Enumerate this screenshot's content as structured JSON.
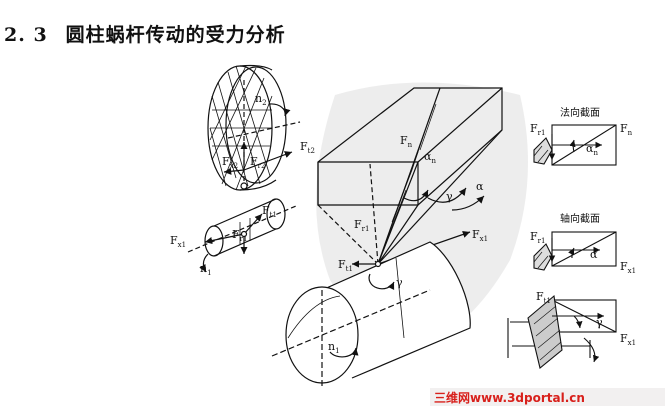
{
  "heading": {
    "number": "2. 3",
    "title": "圆柱蜗杆传动的受力分析"
  },
  "labels": {
    "n2": "n",
    "n2_sub": "2",
    "Ft2": "F",
    "Ft2_sub": "t2",
    "Fx2": "F",
    "Fx2_sub": "x2",
    "Fr2": "F",
    "Fr2_sub": "r2",
    "Ft1_small": "F",
    "Ft1_small_sub": "t1",
    "Fr1_small": "F",
    "Fr1_small_sub": "r1",
    "Fx1_small": "F",
    "Fx1_small_sub": "x1",
    "n1_small": "n",
    "n1_small_sub": "1",
    "Fn_main": "F",
    "Fn_main_sub": "n",
    "alpha_n_main": "α",
    "alpha_n_main_sub": "n",
    "gamma_main": "γ",
    "alpha_main": "α",
    "Fr1_main": "F",
    "Fr1_main_sub": "r1",
    "Ft1_main": "F",
    "Ft1_main_sub": "t1",
    "Fx1_main": "F",
    "Fx1_main_sub": "x1",
    "gamma_cyl": "γ",
    "n1_main": "n",
    "n1_main_sub": "1"
  },
  "detail_normal": {
    "caption": "法向截面",
    "Fr1": "F",
    "Fr1_sub": "r1",
    "Fn": "F",
    "Fn_sub": "n",
    "alpha_n": "α",
    "alpha_n_sub": "n"
  },
  "detail_axial": {
    "caption": "轴向截面",
    "Fr1": "F",
    "Fr1_sub": "r1",
    "alpha": "α",
    "Fx1": "F",
    "Fx1_sub": "x1"
  },
  "detail_bottom": {
    "Ft1": "F",
    "Ft1_sub": "t1",
    "gamma": "γ",
    "Fx1": "F",
    "Fx1_sub": "x1"
  },
  "watermark": {
    "prefix": "三维网",
    "url": "www.3dportal.cn",
    "color": "#d8201b"
  }
}
